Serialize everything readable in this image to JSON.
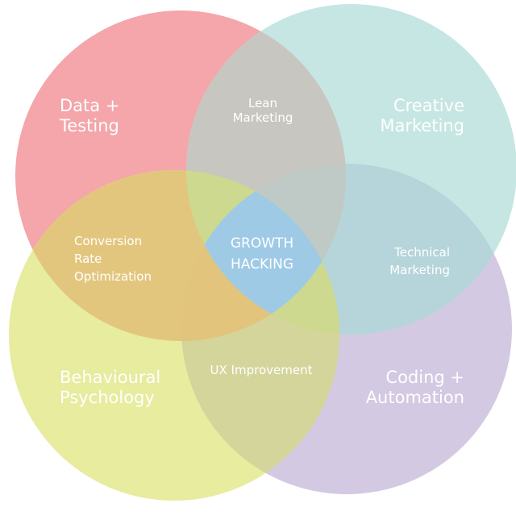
{
  "diagram": {
    "type": "venn",
    "sets": [
      {
        "id": "data",
        "label": "Data +\nTesting",
        "color": "#f4a6aa"
      },
      {
        "id": "creative",
        "label": "Creative\nMarketing",
        "color": "#c6e6e3"
      },
      {
        "id": "behavioural",
        "label": "Behavioural\nPsychology",
        "color": "#e7ec9e"
      },
      {
        "id": "coding",
        "label": "Coding +\nAutomation",
        "color": "#d3c9e2"
      }
    ],
    "intersections": [
      {
        "sets": [
          "data",
          "creative"
        ],
        "label": "Lean\nMarketing",
        "color": "#c8c6c0"
      },
      {
        "sets": [
          "data",
          "behavioural"
        ],
        "label": "Conversion\nRate\nOptimization",
        "color": "#e3c67e"
      },
      {
        "sets": [
          "creative",
          "coding"
        ],
        "label": "Technical\nMarketing",
        "color": "#b5d5da"
      },
      {
        "sets": [
          "behavioural",
          "coding"
        ],
        "label": "UX Improvement",
        "color": "#d4d59b"
      },
      {
        "sets": [
          "data",
          "creative",
          "behavioural",
          "coding"
        ],
        "label": "GROWTH\nHACKING",
        "color": "#9ecae6"
      }
    ],
    "sliver_color": "#cfdc8e"
  }
}
